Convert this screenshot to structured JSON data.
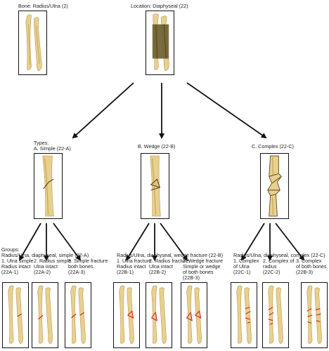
{
  "top": {
    "bone_label": "Bone: Radius/Ulna (2)",
    "location_label": "Location: Diaphyseal (22)"
  },
  "types": {
    "heading": "Types:",
    "a": "A. Simple (22-A)",
    "b": "B. Wedge (22-B)",
    "c": "C. Complex (22-C)"
  },
  "groups": {
    "heading": "Groups:",
    "a": {
      "title": "Radius/Ulna, diaphyseal, simple (22-A)",
      "items": [
        [
          "1. Ulna simple",
          "Radius intact",
          "(22A-1)"
        ],
        [
          "2. Radius simple",
          "Ulna intact",
          "(22A-2)"
        ],
        [
          "3. Simple fracture",
          "both bones",
          "(22A-3)"
        ]
      ]
    },
    "b": {
      "title": "Radius/Ulna, diaphyseal, wedge fracture (22-B)",
      "items": [
        [
          "1. Ulna fracture",
          "Radius intact",
          "(22B-1)"
        ],
        [
          "2. Radius fracture",
          "Ulna intact",
          "(22B-2)"
        ],
        [
          "3. Wedge fracture",
          "Simple or wedge",
          "of both bones",
          "(22B-3)"
        ]
      ]
    },
    "c": {
      "title": "Radius/Ulna, diaphyseal, complex (22-C)",
      "items": [
        [
          "1. Complex",
          "of Ulna",
          "(22C-1)"
        ],
        [
          "2. Complex of",
          "radius",
          "(22C-2)"
        ],
        [
          "3. Complex",
          "of both bones",
          "(22B-3)"
        ]
      ]
    }
  },
  "colors": {
    "bone": "#e8d08e",
    "bone_shade": "#c8a55a",
    "diaphysis": "#6f6030",
    "fracture": "#d02a1e",
    "line": "#111111"
  }
}
